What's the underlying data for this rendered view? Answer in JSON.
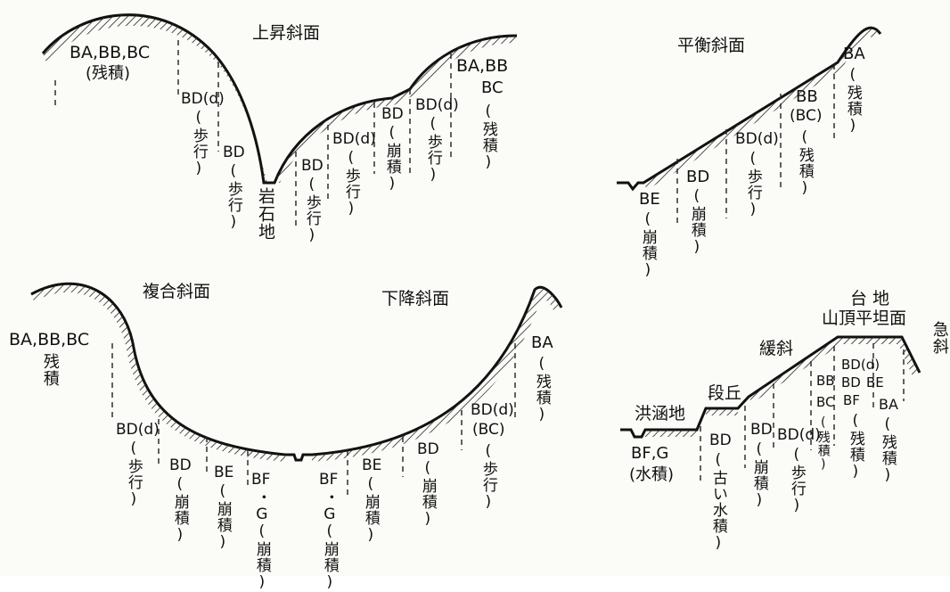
{
  "titles": {
    "ascending": "上昇斜面",
    "balanced": "平衡斜面",
    "composite": "複合斜面",
    "descending": "下降斜面"
  },
  "ascending": {
    "top_left": "BA,BB,BC",
    "top_left_sub": "(残積)",
    "bd_d_1": "BD(d)",
    "walk_1": "(歩行)",
    "bd_1": "BD",
    "walk_2": "(歩行)",
    "rock": "岩石地",
    "bd_2": "BD",
    "walk_3": "(歩行)",
    "bd_d_2": "BD(d)",
    "walk_4": "(歩行)",
    "bd_3": "BD",
    "colluv_1": "(崩積)",
    "bd_d_3": "BD(d)",
    "walk_5": "(歩行)",
    "top_right": "BA,BB",
    "bc": "BC",
    "residual": "(残積)"
  },
  "balanced": {
    "ba": "BA",
    "ba_sub": "(残積)",
    "bb": "BB",
    "bc": "(BC)",
    "bb_sub": "(残積)",
    "bd_d": "BD(d)",
    "walk": "(歩行)",
    "bd": "BD",
    "bd_sub": "(崩積)",
    "be": "BE",
    "be_sub": "(崩積)"
  },
  "composite": {
    "top_left": "BA,BB,BC",
    "residual": "残積",
    "bd_d_1": "BD(d)",
    "walk_1": "(歩行)",
    "bd_1": "BD",
    "colluv_1": "(崩積)",
    "be_1": "BE",
    "colluv_2": "(崩積)",
    "bf_1": "BF",
    "g_1": "・G",
    "colluv_3": "(崩積)",
    "bf_2": "BF",
    "g_2": "・G",
    "colluv_4": "(崩積)",
    "be_2": "BE",
    "colluv_5": "(崩積)",
    "bd_2": "BD",
    "colluv_6": "(崩積)",
    "bd_d_2": "BD(d)",
    "bc": "(BC)",
    "walk_2": "(歩行)",
    "ba": "BA",
    "residual_2": "(残積)"
  },
  "terrace": {
    "plateau": "台 地",
    "summit": "山頂平坦面",
    "steep": "急斜",
    "gentle": "緩斜",
    "terrace": "段丘",
    "floodplain": "洪涵地",
    "bf_g": "BF,G",
    "water": "(水積)",
    "bd_1": "BD",
    "old_water": "(古い水積)",
    "bd_2": "BD",
    "colluv": "(崩積)",
    "bd_d_1": "BD(d)",
    "walk": "(歩行)",
    "bb": "BB",
    "bc": "BC",
    "residual_1": "(残積)",
    "bd_d_2": "BD(d)",
    "bd_3": "BD",
    "be": "BE",
    "bf": "BF",
    "residual_2": "(残積)",
    "ba": "BA",
    "residual_3": "(残積)"
  }
}
